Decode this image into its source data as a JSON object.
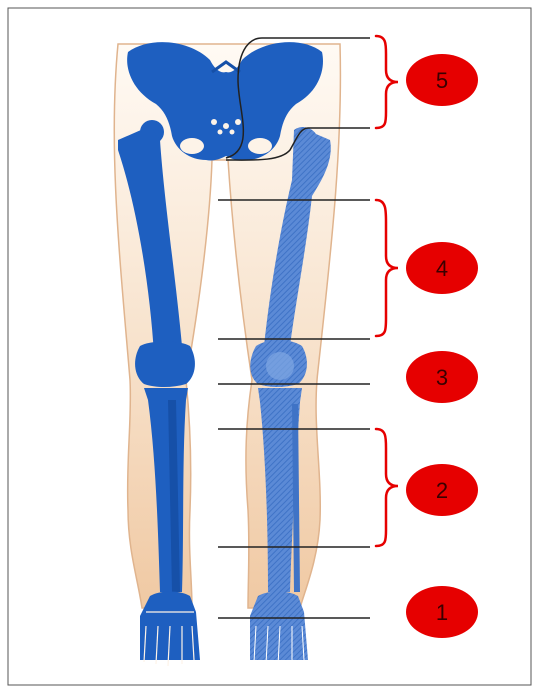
{
  "colors": {
    "bone": "#1e5fc0",
    "bone_dark": "#1650a8",
    "skin_light": "#fdf3e8",
    "skin_dark": "#f2d2b0",
    "skin_edge": "#e0b48e",
    "badge": "#e60000",
    "line": "#222222",
    "frame": "#555555"
  },
  "icons": [
    "pelvis-icon",
    "left-leg-skeleton-icon",
    "right-leg-skeleton-icon"
  ],
  "regions": [
    {
      "id": "region-1",
      "label": "1"
    },
    {
      "id": "region-2",
      "label": "2"
    },
    {
      "id": "region-3",
      "label": "3"
    },
    {
      "id": "region-4",
      "label": "4"
    },
    {
      "id": "region-5",
      "label": "5"
    }
  ]
}
